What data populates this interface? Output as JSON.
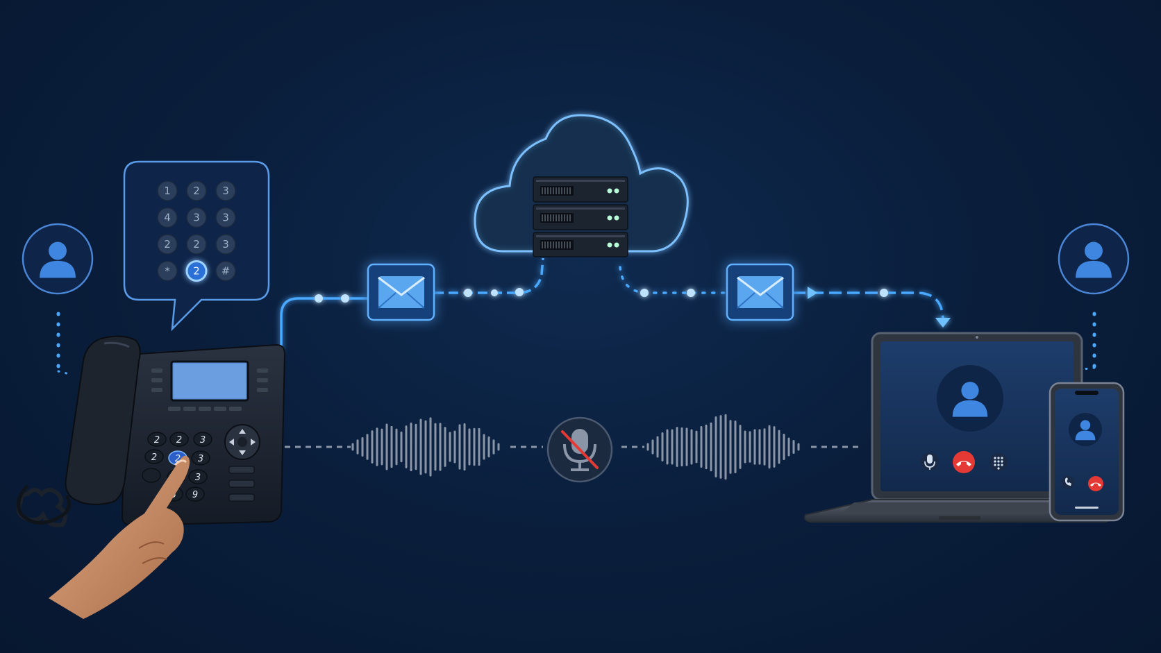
{
  "colors": {
    "background": "#0a1f3d",
    "accent_blue": "#4aa8ff",
    "glow_blue": "#6fc1ff",
    "icon_fill": "#3b7ddb",
    "server_dark": "#1c2430",
    "server_led": "#b8ffd8",
    "end_call_red": "#e53935",
    "muted_grey": "#8a96a8",
    "mute_slash_red": "#e53935"
  },
  "keypad_bubble": {
    "keys": [
      "1",
      "2",
      "3",
      "4",
      "3",
      "3",
      "2",
      "2",
      "3",
      "*",
      "2",
      "#"
    ],
    "highlighted_key": "2"
  },
  "desk_phone": {
    "keypad": [
      "2",
      "2",
      "3",
      "2",
      "2",
      "3",
      "",
      "2",
      "3",
      "3",
      "9"
    ]
  },
  "icons": {
    "left_user": "user-icon",
    "right_user": "user-icon",
    "cloud": "cloud-icon",
    "server": "server-rack-icon",
    "envelope": "envelope-icon",
    "mute": "mic-muted-icon",
    "end_call": "phone-hangup-icon",
    "dialpad": "dialpad-icon"
  }
}
